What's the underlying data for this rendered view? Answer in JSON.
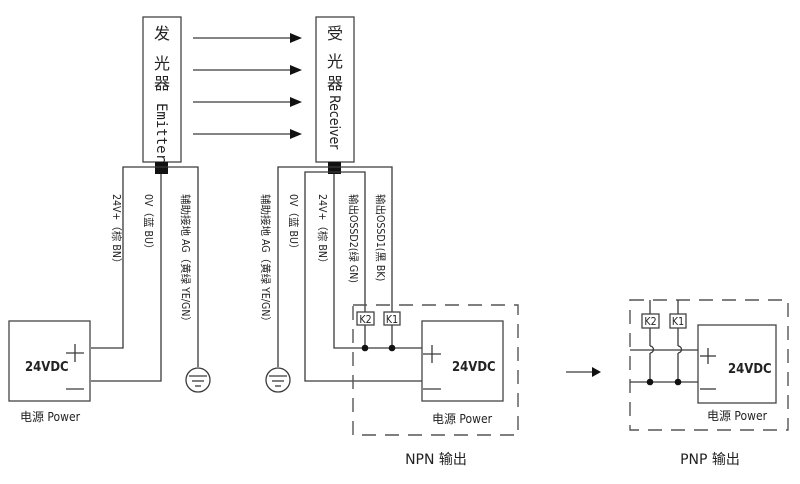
{
  "emitter": {
    "label_cn": [
      "发",
      "光",
      "器"
    ],
    "label_en": "Emitter"
  },
  "receiver": {
    "label_cn": [
      "受",
      "光",
      "器"
    ],
    "label_en": "Receiver"
  },
  "beam_count": 4,
  "emitter_wires": [
    {
      "id": "24v",
      "label": "24V+（棕 BN）"
    },
    {
      "id": "0v",
      "label": "0V（蓝 BU）"
    },
    {
      "id": "ag",
      "label": "辅助接地 AG（黄绿 YE/GN）"
    }
  ],
  "receiver_wires": [
    {
      "id": "ag",
      "label": "辅助接地 AG（黄绿 YE/GN）"
    },
    {
      "id": "0v",
      "label": "0V（蓝 BU）"
    },
    {
      "id": "24v",
      "label": "24V+（棕 BN）"
    },
    {
      "id": "ossd2",
      "label": "输出OSSD2(绿 GN)"
    },
    {
      "id": "ossd1",
      "label": "输出OSSD1(黑 BK)"
    }
  ],
  "power_supply": {
    "voltage": "24VDC",
    "plus": "+",
    "minus": "—",
    "caption": "电源 Power"
  },
  "relays": {
    "k1": "K1",
    "k2": "K2"
  },
  "captions": {
    "npn": "NPN 输出",
    "pnp": "PNP 输出"
  }
}
